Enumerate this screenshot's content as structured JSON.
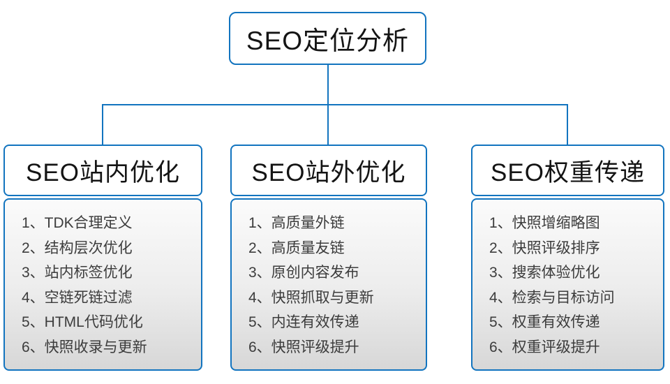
{
  "colors": {
    "accent_blue": "#1274bf",
    "panel_gradient_top": "#fbfbfb",
    "panel_gradient_bottom": "#d7d7d7",
    "title_text": "#141414",
    "item_text": "#3c3c3c"
  },
  "root_box": {
    "title": "SEO定位分析"
  },
  "columns": [
    {
      "title": "SEO站内优化",
      "items": [
        "1、TDK合理定义",
        "2、结构层次优化",
        "3、站内标签优化",
        "4、空链死链过滤",
        "5、HTML代码优化",
        "6、快照收录与更新"
      ]
    },
    {
      "title": "SEO站外优化",
      "items": [
        "1、高质量外链",
        "2、高质量友链",
        "3、原创内容发布",
        "4、快照抓取与更新",
        "5、内连有效传递",
        "6、快照评级提升"
      ]
    },
    {
      "title": "SEO权重传递",
      "items": [
        "1、快照增缩略图",
        "2、快照评级排序",
        "3、搜索体验优化",
        "4、检索与目标访问",
        "5、权重有效传递",
        "6、权重评级提升"
      ]
    }
  ]
}
